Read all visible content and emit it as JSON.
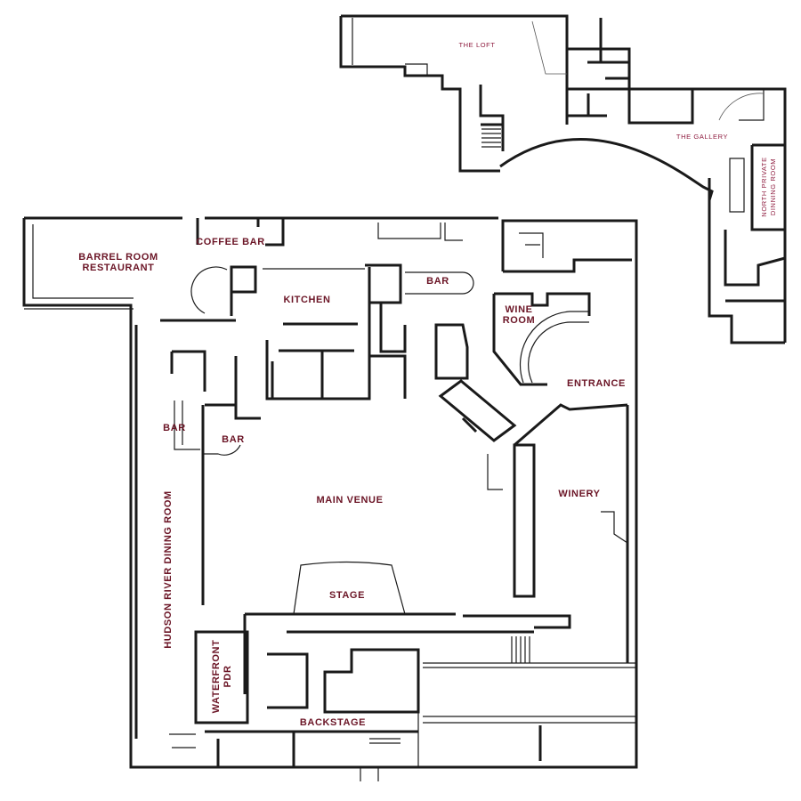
{
  "colors": {
    "label": "#6b1526",
    "label_light": "#8e1b3e",
    "walls": "#1a1a1a"
  },
  "rooms": {
    "loft": "THE LOFT",
    "gallery": "THE GALLERY",
    "north_pdr_line1": "NORTH PRIVATE",
    "north_pdr_line2": "DINNING ROOM",
    "barrel_line1": "BARREL ROOM",
    "barrel_line2": "RESTAURANT",
    "coffee_bar": "COFFEE BAR",
    "kitchen": "KITCHEN",
    "bar_top": "BAR",
    "wine_line1": "WINE",
    "wine_line2": "ROOM",
    "entrance": "ENTRANCE",
    "bar_left": "BAR",
    "bar_right": "BAR",
    "main_venue": "MAIN VENUE",
    "winery": "WINERY",
    "stage": "STAGE",
    "hudson": "HUDSON RIVER DINING ROOM",
    "waterfront_line1": "WATERFRONT",
    "waterfront_line2": "PDR",
    "backstage": "BACKSTAGE"
  }
}
